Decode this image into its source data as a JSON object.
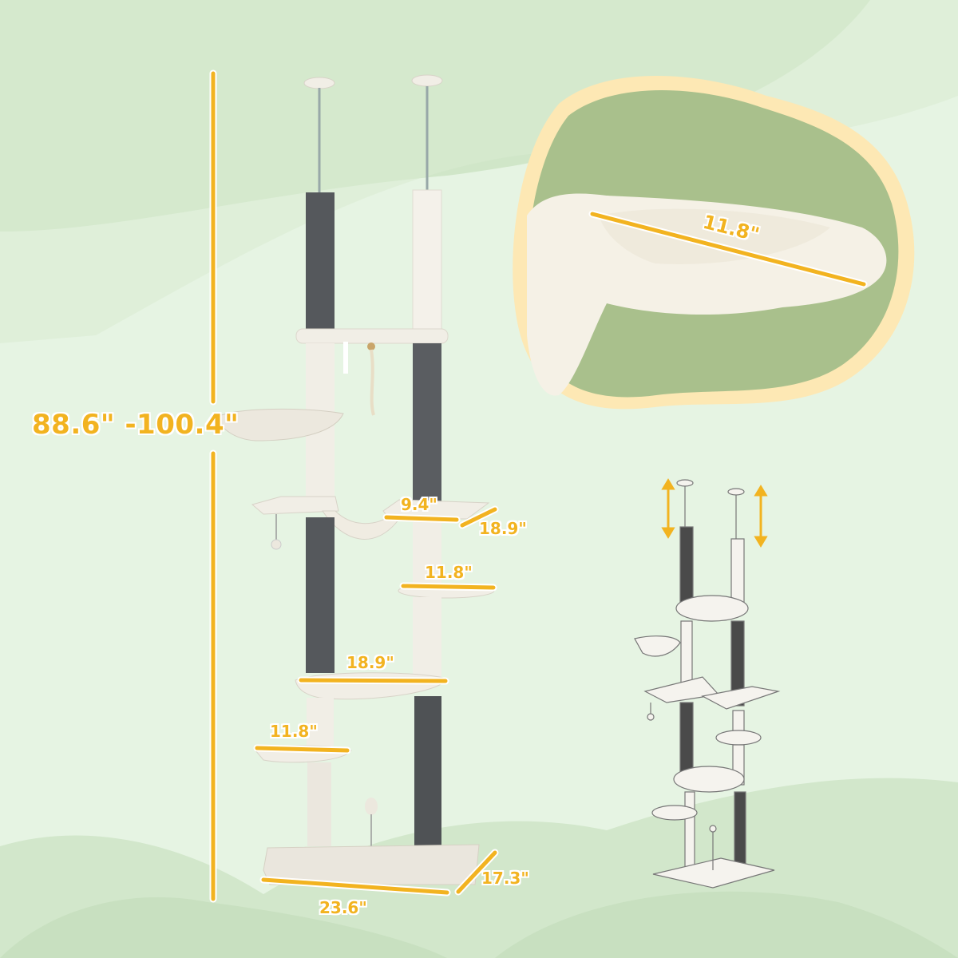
{
  "product": {
    "type": "floor-to-ceiling cat tree",
    "colors": {
      "accent": "#f2b320",
      "background_light": "#e6f4e3",
      "background_mid": "#d0e6c8",
      "callout_border": "#fde8b4",
      "callout_bg": "#a9c08c",
      "plush": "#f3f0e8",
      "sisal_dark": "#4f5255"
    }
  },
  "dimensions": {
    "total_height": "88.6\" -100.4\"",
    "top_platform_width": "9.4\"",
    "top_platform_depth": "18.9\"",
    "round_perch_diameter": "11.8\"",
    "middle_platform_width": "18.9\"",
    "lower_perch_diameter": "11.8\"",
    "base_width": "23.6\"",
    "base_depth": "17.3\"",
    "hammock_diameter": "11.8\""
  },
  "callouts": {
    "hammock_detail": {
      "label": "11.8\"",
      "subject": "plush hammock close-up"
    },
    "line_drawing": {
      "subject": "adjustable height diagram",
      "arrows": [
        "up-down-arrow-left",
        "up-down-arrow-right"
      ]
    }
  }
}
